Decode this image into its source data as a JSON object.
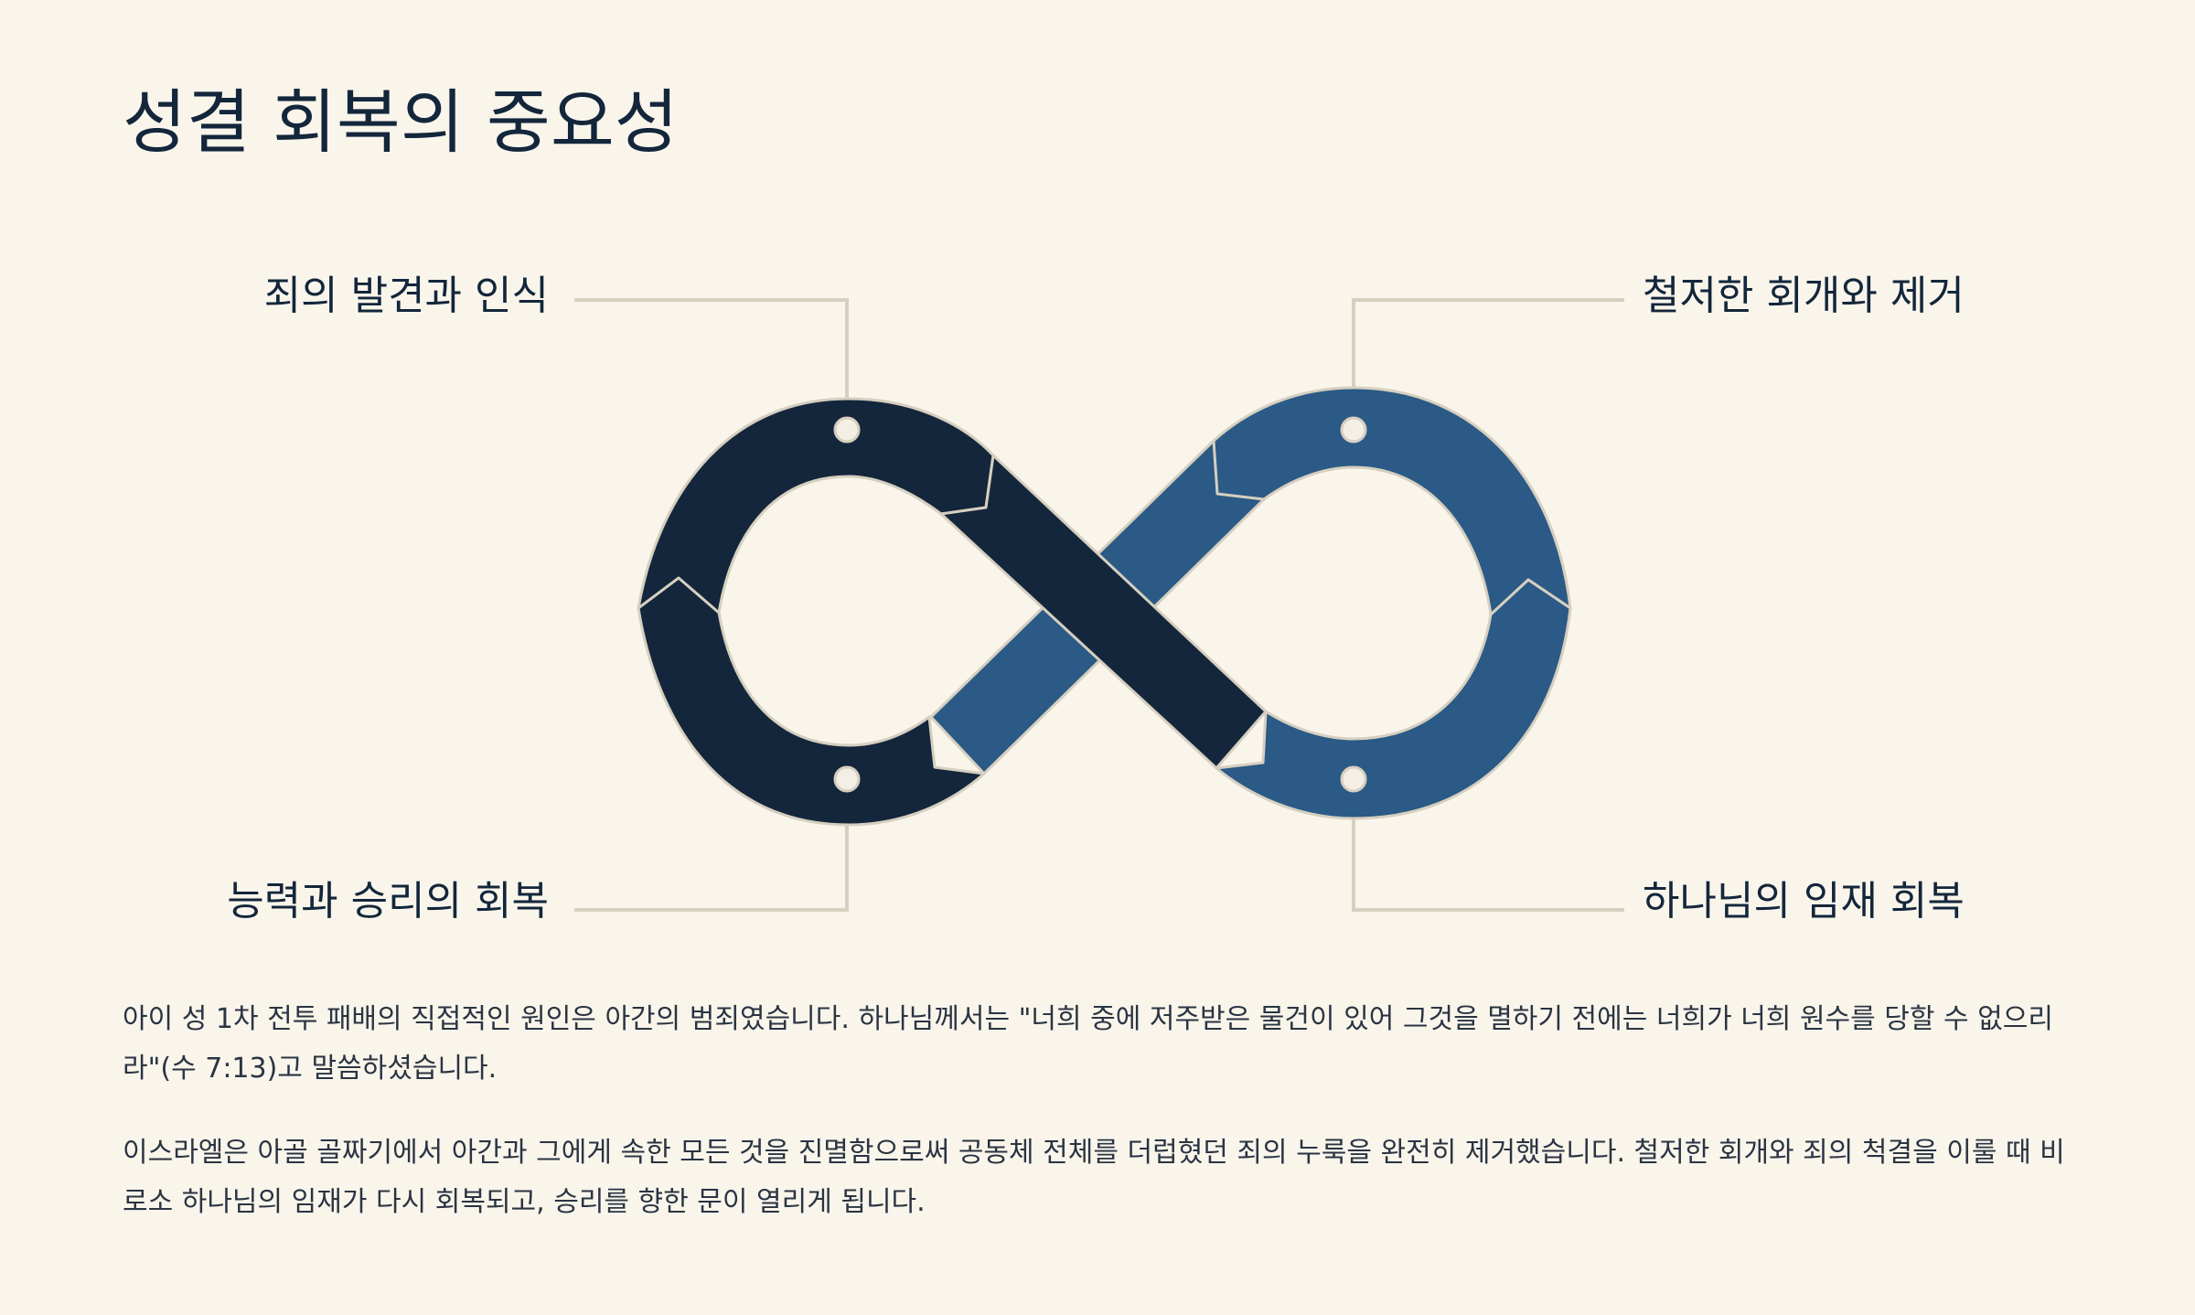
{
  "title": "성결 회복의 중요성",
  "diagram": {
    "stages": [
      {
        "id": "top-left",
        "label": "죄의 발견과 인식"
      },
      {
        "id": "top-right",
        "label": "철저한 회개와 제거"
      },
      {
        "id": "bottom-left",
        "label": "능력과 승리의 회복"
      },
      {
        "id": "bottom-right",
        "label": "하나님의 임재 회복"
      }
    ],
    "colors": {
      "dark_navy": "#13263b",
      "steel_blue": "#2a5a85",
      "connector": "#d6cfc0",
      "background": "#f9f5eb"
    }
  },
  "paragraphs": [
    "아이 성 1차 전투 패배의 직접적인 원인은 아간의 범죄였습니다. 하나님께서는 \"너희 중에 저주받은 물건이 있어 그것을 멸하기 전에는 너희가 너희 원수를 당할 수 없으리라\"(수 7:13)고 말씀하셨습니다.",
    "이스라엘은 아골 골짜기에서 아간과 그에게 속한 모든 것을 진멸함으로써 공동체 전체를 더럽혔던 죄의 누룩을 완전히 제거했습니다. 철저한 회개와 죄의 척결을 이룰 때 비로소 하나님의 임재가 다시 회복되고, 승리를 향한 문이 열리게 됩니다."
  ]
}
